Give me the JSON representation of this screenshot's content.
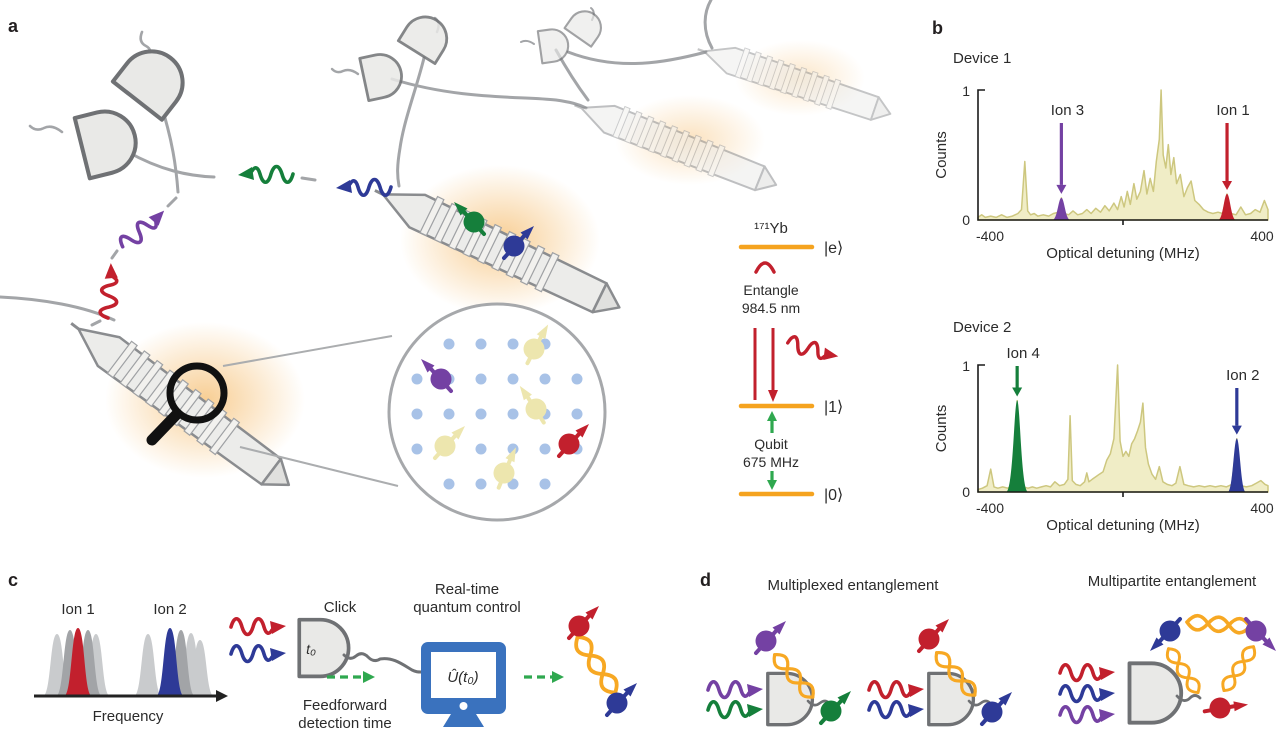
{
  "panel_labels": {
    "a": "a",
    "b": "b",
    "c": "c",
    "d": "d"
  },
  "colors": {
    "red": "#C2202D",
    "purple": "#7441A3",
    "green_dark": "#157F3B",
    "green_bright": "#2FA84F",
    "blue": "#2E3A97",
    "orange_braid": "#F7A823",
    "orange_level": "#F5A31F",
    "glow": "#F2A63C",
    "spectrum_fill": "#F0EDC6",
    "spectrum_line": "#CDC77F",
    "fiber_gray": "#A3A5A8",
    "detector_fill": "#E9E9E7",
    "detector_stroke": "#6F7174",
    "computer_blue": "#3A72BE",
    "lattice_dot": "#A8C2E7",
    "pale_yellow_spin": "#EDE6AE",
    "peak_light_gray": "#C9CBCD",
    "peak_mid_gray": "#A2A4A7"
  },
  "level_diagram": {
    "isotope": "¹⁷¹Yb",
    "excited_label": "|e⟩",
    "one_label": "|1⟩",
    "zero_label": "|0⟩",
    "entangle_line1": "Entangle",
    "entangle_line2": "984.5 nm",
    "qubit_line1": "Qubit",
    "qubit_line2": "675 MHz"
  },
  "chart_data": [
    {
      "type": "area",
      "title": "Device 1",
      "xlabel": "Optical detuning (MHz)",
      "ylabel": "Counts",
      "xlim": [
        -400,
        400
      ],
      "ylim": [
        0,
        1
      ],
      "xtick_labels": [
        "-400",
        "400"
      ],
      "ytick_labels": [
        "0",
        "1"
      ],
      "grid": false,
      "series": [
        {
          "name": "spectrum",
          "points": [
            [
              -400,
              0.02
            ],
            [
              -390,
              0.04
            ],
            [
              -380,
              0.02
            ],
            [
              -365,
              0.03
            ],
            [
              -350,
              0.02
            ],
            [
              -335,
              0.04
            ],
            [
              -320,
              0.02
            ],
            [
              -305,
              0.03
            ],
            [
              -290,
              0.05
            ],
            [
              -280,
              0.08
            ],
            [
              -271,
              0.45
            ],
            [
              -263,
              0.07
            ],
            [
              -255,
              0.04
            ],
            [
              -245,
              0.05
            ],
            [
              -235,
              0.03
            ],
            [
              -220,
              0.04
            ],
            [
              -205,
              0.03
            ],
            [
              -192,
              0.05
            ],
            [
              -178,
              0.06
            ],
            [
              -170,
              0.17
            ],
            [
              -162,
              0.05
            ],
            [
              -150,
              0.04
            ],
            [
              -138,
              0.07
            ],
            [
              -125,
              0.04
            ],
            [
              -112,
              0.05
            ],
            [
              -100,
              0.08
            ],
            [
              -88,
              0.05
            ],
            [
              -75,
              0.09
            ],
            [
              -62,
              0.06
            ],
            [
              -50,
              0.11
            ],
            [
              -38,
              0.07
            ],
            [
              -25,
              0.13
            ],
            [
              -15,
              0.08
            ],
            [
              -5,
              0.18
            ],
            [
              3,
              0.1
            ],
            [
              12,
              0.22
            ],
            [
              20,
              0.12
            ],
            [
              30,
              0.28
            ],
            [
              38,
              0.16
            ],
            [
              48,
              0.22
            ],
            [
              58,
              0.38
            ],
            [
              66,
              0.2
            ],
            [
              75,
              0.32
            ],
            [
              84,
              0.22
            ],
            [
              92,
              0.45
            ],
            [
              100,
              0.62
            ],
            [
              105,
              1.0
            ],
            [
              111,
              0.5
            ],
            [
              118,
              0.4
            ],
            [
              125,
              0.58
            ],
            [
              132,
              0.35
            ],
            [
              140,
              0.48
            ],
            [
              148,
              0.28
            ],
            [
              158,
              0.35
            ],
            [
              168,
              0.18
            ],
            [
              178,
              0.25
            ],
            [
              188,
              0.3
            ],
            [
              198,
              0.15
            ],
            [
              210,
              0.12
            ],
            [
              222,
              0.08
            ],
            [
              235,
              0.06
            ],
            [
              248,
              0.05
            ],
            [
              262,
              0.06
            ],
            [
              275,
              0.05
            ],
            [
              287,
              0.2
            ],
            [
              298,
              0.05
            ],
            [
              312,
              0.04
            ],
            [
              325,
              0.1
            ],
            [
              338,
              0.04
            ],
            [
              352,
              0.05
            ],
            [
              365,
              0.08
            ],
            [
              378,
              0.06
            ],
            [
              390,
              0.15
            ],
            [
              400,
              0.08
            ]
          ]
        }
      ],
      "ion_markers": [
        {
          "label": "Ion 3",
          "x": -170,
          "height": 0.17,
          "color": "#7441A3"
        },
        {
          "label": "Ion 1",
          "x": 287,
          "height": 0.2,
          "color": "#C2202D"
        }
      ]
    },
    {
      "type": "area",
      "title": "Device 2",
      "xlabel": "Optical detuning (MHz)",
      "ylabel": "Counts",
      "xlim": [
        -400,
        400
      ],
      "ylim": [
        0,
        1
      ],
      "xtick_labels": [
        "-400",
        "400"
      ],
      "ytick_labels": [
        "0",
        "1"
      ],
      "grid": false,
      "series": [
        {
          "name": "spectrum",
          "points": [
            [
              -400,
              0.02
            ],
            [
              -388,
              0.03
            ],
            [
              -375,
              0.05
            ],
            [
              -365,
              0.18
            ],
            [
              -356,
              0.04
            ],
            [
              -345,
              0.03
            ],
            [
              -332,
              0.04
            ],
            [
              -318,
              0.03
            ],
            [
              -305,
              0.05
            ],
            [
              -297,
              0.1
            ],
            [
              -292,
              0.72
            ],
            [
              -286,
              0.09
            ],
            [
              -275,
              0.04
            ],
            [
              -262,
              0.03
            ],
            [
              -250,
              0.04
            ],
            [
              -238,
              0.03
            ],
            [
              -225,
              0.04
            ],
            [
              -212,
              0.05
            ],
            [
              -200,
              0.04
            ],
            [
              -188,
              0.08
            ],
            [
              -175,
              0.05
            ],
            [
              -162,
              0.06
            ],
            [
              -152,
              0.1
            ],
            [
              -146,
              0.6
            ],
            [
              -140,
              0.09
            ],
            [
              -130,
              0.06
            ],
            [
              -118,
              0.05
            ],
            [
              -106,
              0.08
            ],
            [
              -100,
              0.15
            ],
            [
              -94,
              0.08
            ],
            [
              -85,
              0.1
            ],
            [
              -75,
              0.12
            ],
            [
              -65,
              0.14
            ],
            [
              -55,
              0.16
            ],
            [
              -45,
              0.25
            ],
            [
              -35,
              0.3
            ],
            [
              -25,
              0.42
            ],
            [
              -15,
              1.0
            ],
            [
              -8,
              0.4
            ],
            [
              0,
              0.28
            ],
            [
              8,
              0.32
            ],
            [
              16,
              0.28
            ],
            [
              24,
              0.38
            ],
            [
              32,
              0.42
            ],
            [
              40,
              0.48
            ],
            [
              48,
              0.55
            ],
            [
              55,
              0.7
            ],
            [
              62,
              0.35
            ],
            [
              70,
              0.22
            ],
            [
              80,
              0.14
            ],
            [
              90,
              0.1
            ],
            [
              100,
              0.2
            ],
            [
              110,
              0.08
            ],
            [
              122,
              0.06
            ],
            [
              135,
              0.05
            ],
            [
              146,
              0.07
            ],
            [
              157,
              0.2
            ],
            [
              168,
              0.06
            ],
            [
              180,
              0.05
            ],
            [
              195,
              0.04
            ],
            [
              210,
              0.05
            ],
            [
              225,
              0.04
            ],
            [
              240,
              0.05
            ],
            [
              255,
              0.04
            ],
            [
              270,
              0.05
            ],
            [
              285,
              0.04
            ],
            [
              300,
              0.06
            ],
            [
              314,
              0.42
            ],
            [
              326,
              0.05
            ],
            [
              340,
              0.04
            ],
            [
              355,
              0.05
            ],
            [
              368,
              0.07
            ],
            [
              380,
              0.09
            ],
            [
              392,
              0.06
            ],
            [
              400,
              0.05
            ]
          ]
        }
      ],
      "ion_markers": [
        {
          "label": "Ion 4",
          "x": -292,
          "height": 0.72,
          "color": "#157F3B"
        },
        {
          "label": "Ion 2",
          "x": 314,
          "height": 0.42,
          "color": "#2E3A97"
        }
      ]
    }
  ],
  "panel_c": {
    "ion1_label": "Ion 1",
    "ion2_label": "Ion 2",
    "frequency_label": "Frequency",
    "click_label": "Click",
    "t0_label": "t₀",
    "realtime_line1": "Real-time",
    "realtime_line2": "quantum control",
    "unitary_label": "Û(t₀)",
    "feedforward_line1": "Feedforward",
    "feedforward_line2": "detection time"
  },
  "panel_d": {
    "multiplexed_title": "Multiplexed entanglement",
    "multipartite_title": "Multipartite entanglement"
  }
}
